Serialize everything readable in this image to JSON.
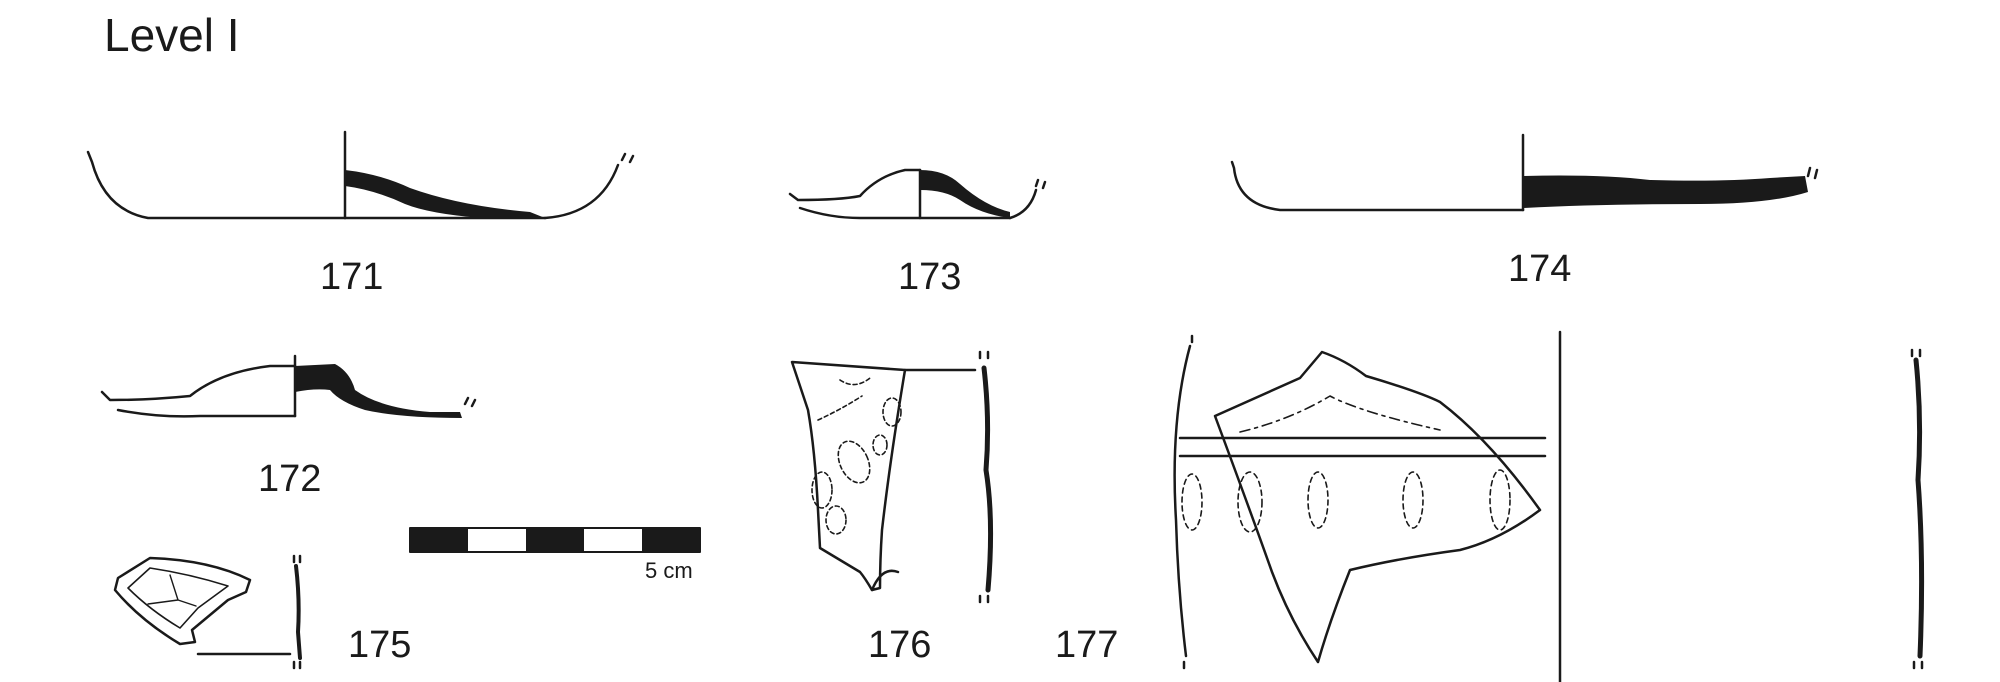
{
  "title": "Level I",
  "scale_bar": {
    "label": "5 cm"
  },
  "figures": [
    {
      "id": "171",
      "label": "171"
    },
    {
      "id": "172",
      "label": "172"
    },
    {
      "id": "173",
      "label": "173"
    },
    {
      "id": "174",
      "label": "174"
    },
    {
      "id": "175",
      "label": "175"
    },
    {
      "id": "176",
      "label": "176"
    },
    {
      "id": "177",
      "label": "177"
    }
  ],
  "colors": {
    "ink": "#1a1a1a",
    "paper": "#ffffff"
  }
}
